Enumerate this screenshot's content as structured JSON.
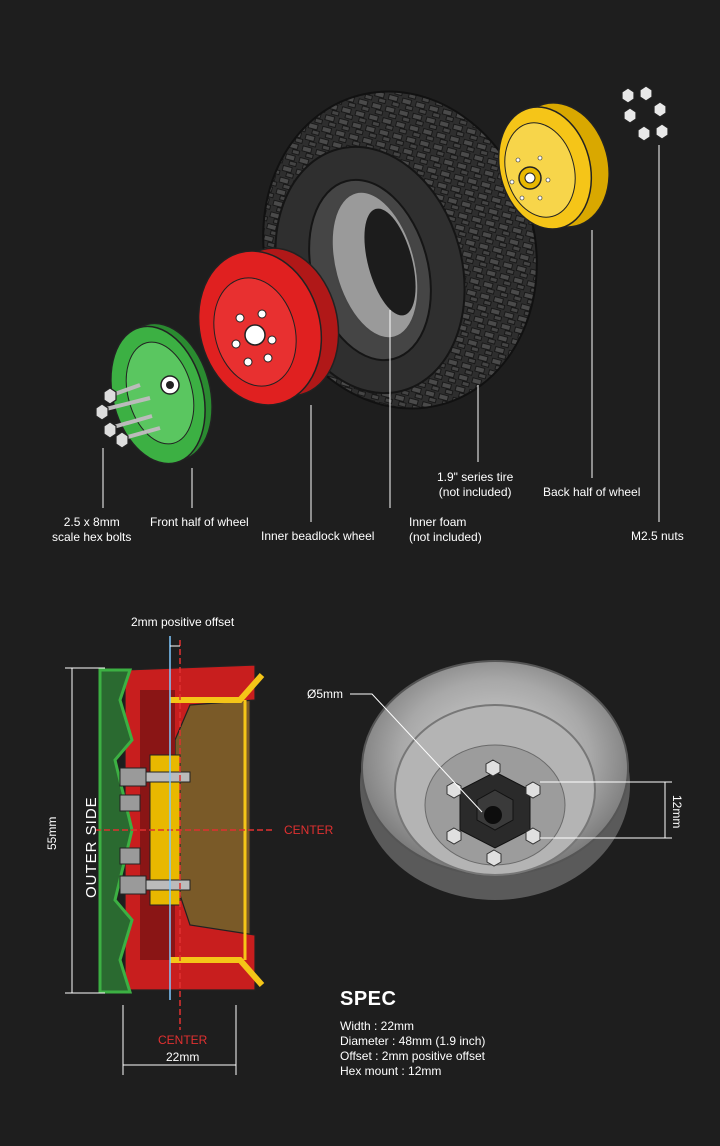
{
  "exploded_view": {
    "labels": {
      "hex_bolts": [
        "2.5 x 8mm",
        "scale hex bolts"
      ],
      "front_half": "Front half of wheel",
      "inner_beadlock": "Inner beadlock wheel",
      "inner_foam": [
        "Inner foam",
        "(not included)"
      ],
      "tire": [
        "1.9\" series tire",
        "(not included)"
      ],
      "back_half": "Back half of wheel",
      "nuts": "M2.5 nuts"
    },
    "colors": {
      "front_half": "#3cb043",
      "inner_beadlock": "#e02020",
      "back_half": "#f5c518",
      "tire": "#3a3a3a",
      "foam": "#9a9a9a"
    }
  },
  "cross_section": {
    "offset_label": "2mm positive offset",
    "height_label": "55mm",
    "width_label": "22mm",
    "center_label_h": "CENTER",
    "center_label_v": "CENTER",
    "outer_side_label": "OUTER SIDE",
    "center_color": "#e03030",
    "offset_color": "#7ec8ff"
  },
  "hub_view": {
    "bore_label": "Ø5mm",
    "hex_label": "12mm"
  },
  "spec": {
    "title": "SPEC",
    "width": "Width : 22mm",
    "diameter": "Diameter : 48mm (1.9 inch)",
    "offset": "Offset : 2mm positive offset",
    "hex_mount": "Hex mount : 12mm"
  }
}
